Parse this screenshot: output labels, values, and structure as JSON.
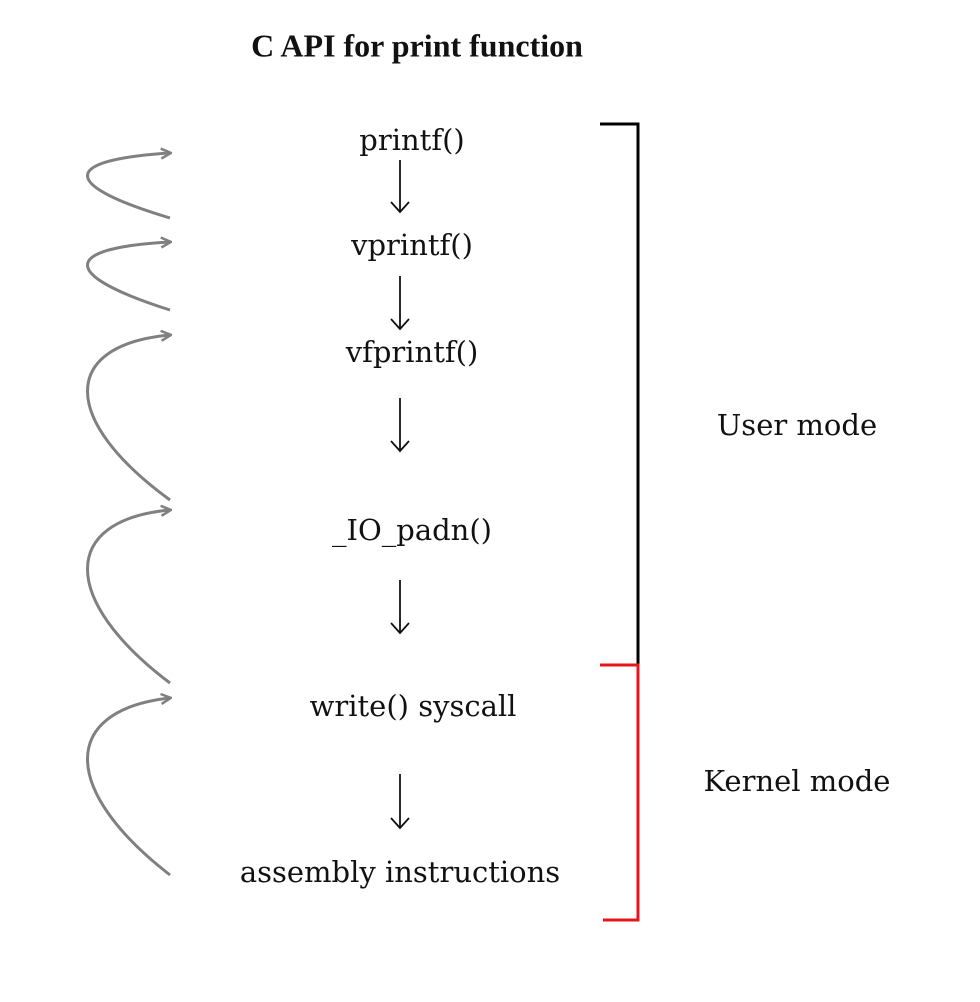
{
  "title": "C API for print function",
  "steps": [
    "printf()",
    "vprintf()",
    "vfprintf()",
    "_IO_padn()",
    "write() syscall",
    "assembly instructions"
  ],
  "modes": {
    "user": "User mode",
    "kernel": "Kernel mode"
  },
  "colors": {
    "user_bracket": "#000000",
    "kernel_bracket": "#e8141c",
    "return_arrows": "#808080"
  }
}
